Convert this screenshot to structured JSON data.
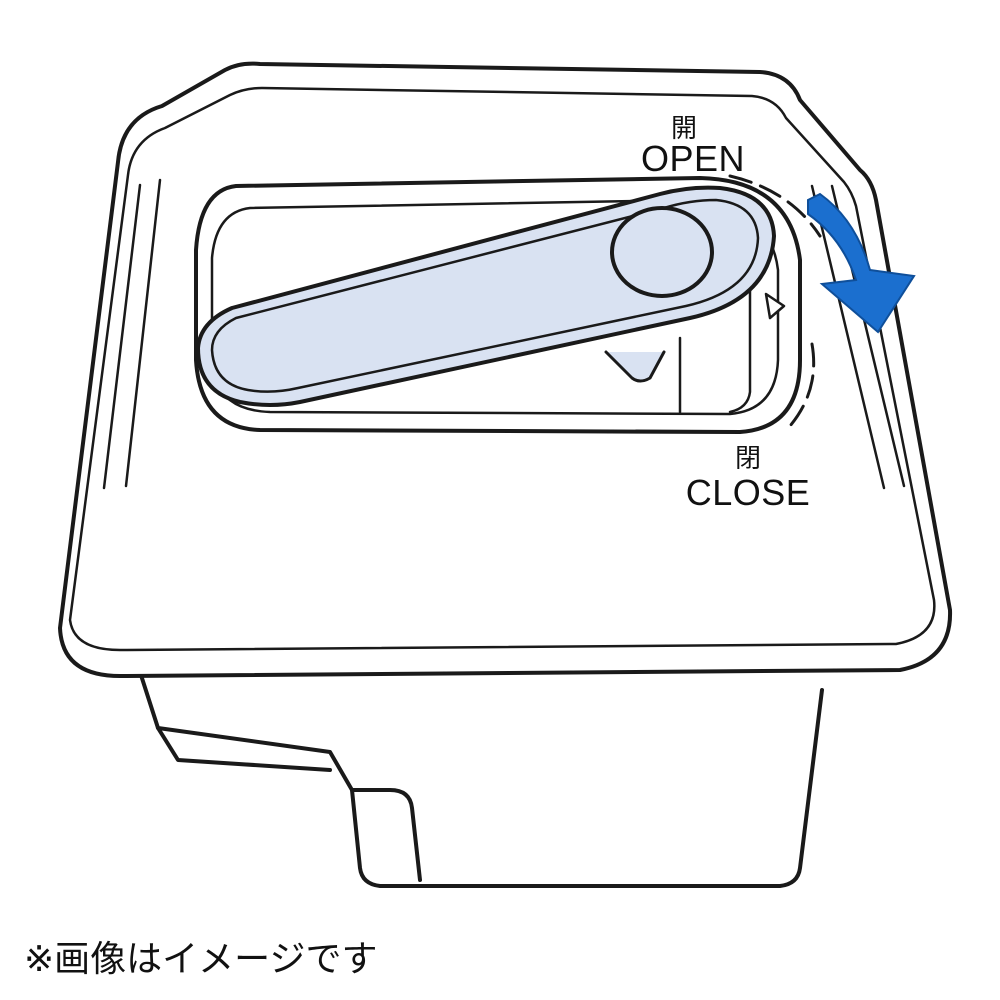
{
  "illustration": {
    "open_label_jp": "開",
    "open_label_en": "OPEN",
    "close_label_jp": "閉",
    "close_label_en": "CLOSE",
    "lever_fill": "#d9e2f2",
    "arrow_color": "#1b6fcf",
    "outline_color": "#1a1a1a"
  },
  "caption": "※画像はイメージです"
}
